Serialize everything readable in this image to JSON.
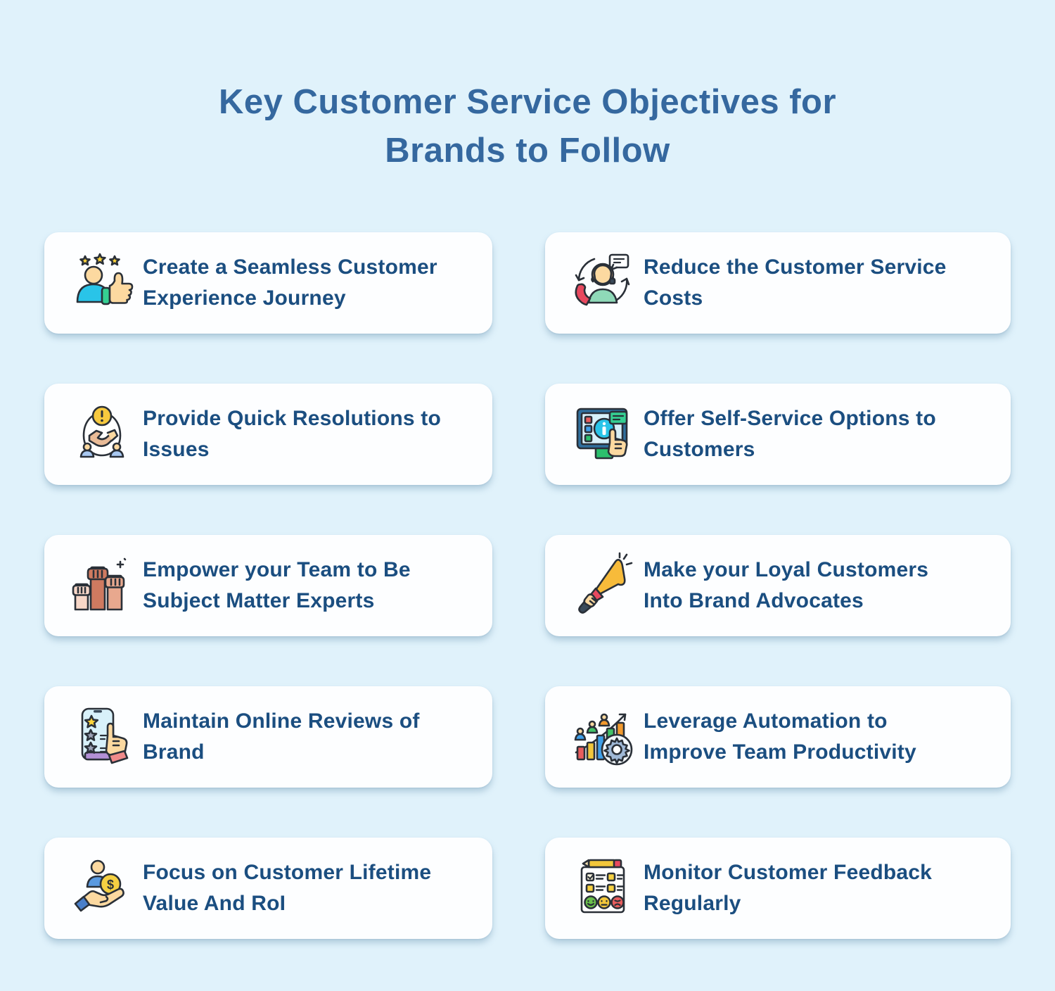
{
  "page": {
    "background_color": "#e0f2fb",
    "card_color": "#fdfeff",
    "title_color": "#35689f",
    "text_color": "#1b4e80"
  },
  "title": {
    "line1": "Key Customer Service Objectives for",
    "line2": "Brands to Follow"
  },
  "cards": [
    {
      "icon": "customer-thumbs-up-icon",
      "lines": [
        "Create a Seamless Customer",
        "Experience Journey"
      ]
    },
    {
      "icon": "support-agent-call-icon",
      "lines": [
        "Reduce the Customer Service",
        "Costs"
      ]
    },
    {
      "icon": "handshake-resolution-icon",
      "lines": [
        "Provide Quick Resolutions to",
        "Issues"
      ]
    },
    {
      "icon": "self-service-kiosk-icon",
      "lines": [
        "Offer Self-Service Options to",
        "Customers"
      ]
    },
    {
      "icon": "raised-fists-icon",
      "lines": [
        "Empower your Team to Be",
        "Subject Matter Experts"
      ]
    },
    {
      "icon": "megaphone-icon",
      "lines": [
        "Make your Loyal Customers",
        "Into Brand Advocates"
      ]
    },
    {
      "icon": "phone-reviews-icon",
      "lines": [
        "Maintain Online Reviews of",
        "Brand"
      ]
    },
    {
      "icon": "automation-growth-gear-icon",
      "lines": [
        "Leverage Automation to",
        "Improve Team Productivity"
      ]
    },
    {
      "icon": "customer-value-hand-coin-icon",
      "lines": [
        "Focus on Customer Lifetime",
        "Value And RoI"
      ]
    },
    {
      "icon": "feedback-survey-icon",
      "lines": [
        "Monitor Customer Feedback",
        "Regularly"
      ]
    }
  ]
}
